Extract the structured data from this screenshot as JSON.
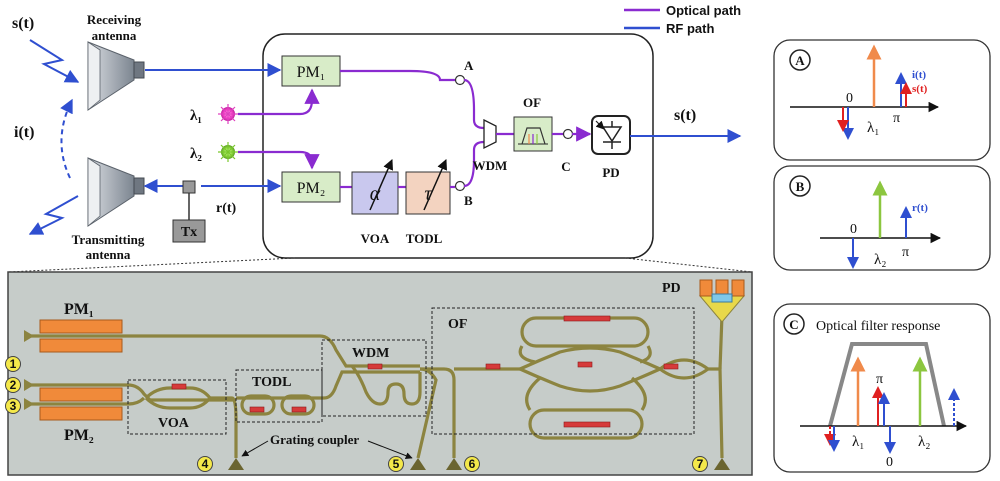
{
  "legend": {
    "optical": "Optical path",
    "rf": "RF path"
  },
  "colors": {
    "optical": "#8a2bd0",
    "rf": "#2f4fd0",
    "chip_bg": "#c6ccc9",
    "waveguide": "#a9a05a",
    "module": "#d8ecc8",
    "voa": "#c9c8ee",
    "todl": "#f3d3c0"
  },
  "top": {
    "s_in": "s(t)",
    "i_t": "i(t)",
    "r_t": "r(t)",
    "s_out": "s(t)",
    "receiving_antenna": "Receiving antenna",
    "transmitting_antenna": "Transmitting antenna",
    "tx": "Tx",
    "pm1": "PM₁",
    "pm2": "PM₂",
    "lambda1": "λ₁",
    "lambda2": "λ₂",
    "voa_symbol": "α",
    "todl_symbol": "τ",
    "voa": "VOA",
    "todl": "TODL",
    "wdm": "WDM",
    "of": "OF",
    "pd": "PD",
    "pointA": "A",
    "pointB": "B",
    "pointC": "C"
  },
  "chip": {
    "pm1": "PM₁",
    "pm2": "PM₂",
    "voa": "VOA",
    "todl": "TODL",
    "wdm": "WDM",
    "of": "OF",
    "pd": "PD",
    "grating_coupler": "Grating coupler",
    "ports": [
      "1",
      "2",
      "3",
      "4",
      "5",
      "6",
      "7"
    ]
  },
  "panels": {
    "A": {
      "id": "A",
      "zero": "0",
      "lambda": "λ₁",
      "pi": "π",
      "i_t": "i(t)",
      "s_t": "s(t)"
    },
    "B": {
      "id": "B",
      "zero": "0",
      "lambda": "λ₂",
      "pi": "π",
      "r_t": "r(t)"
    },
    "C": {
      "id": "C",
      "title": "Optical filter response",
      "pi": "π",
      "lambda1": "λ₁",
      "lambda2": "λ₂",
      "zero": "0"
    }
  }
}
